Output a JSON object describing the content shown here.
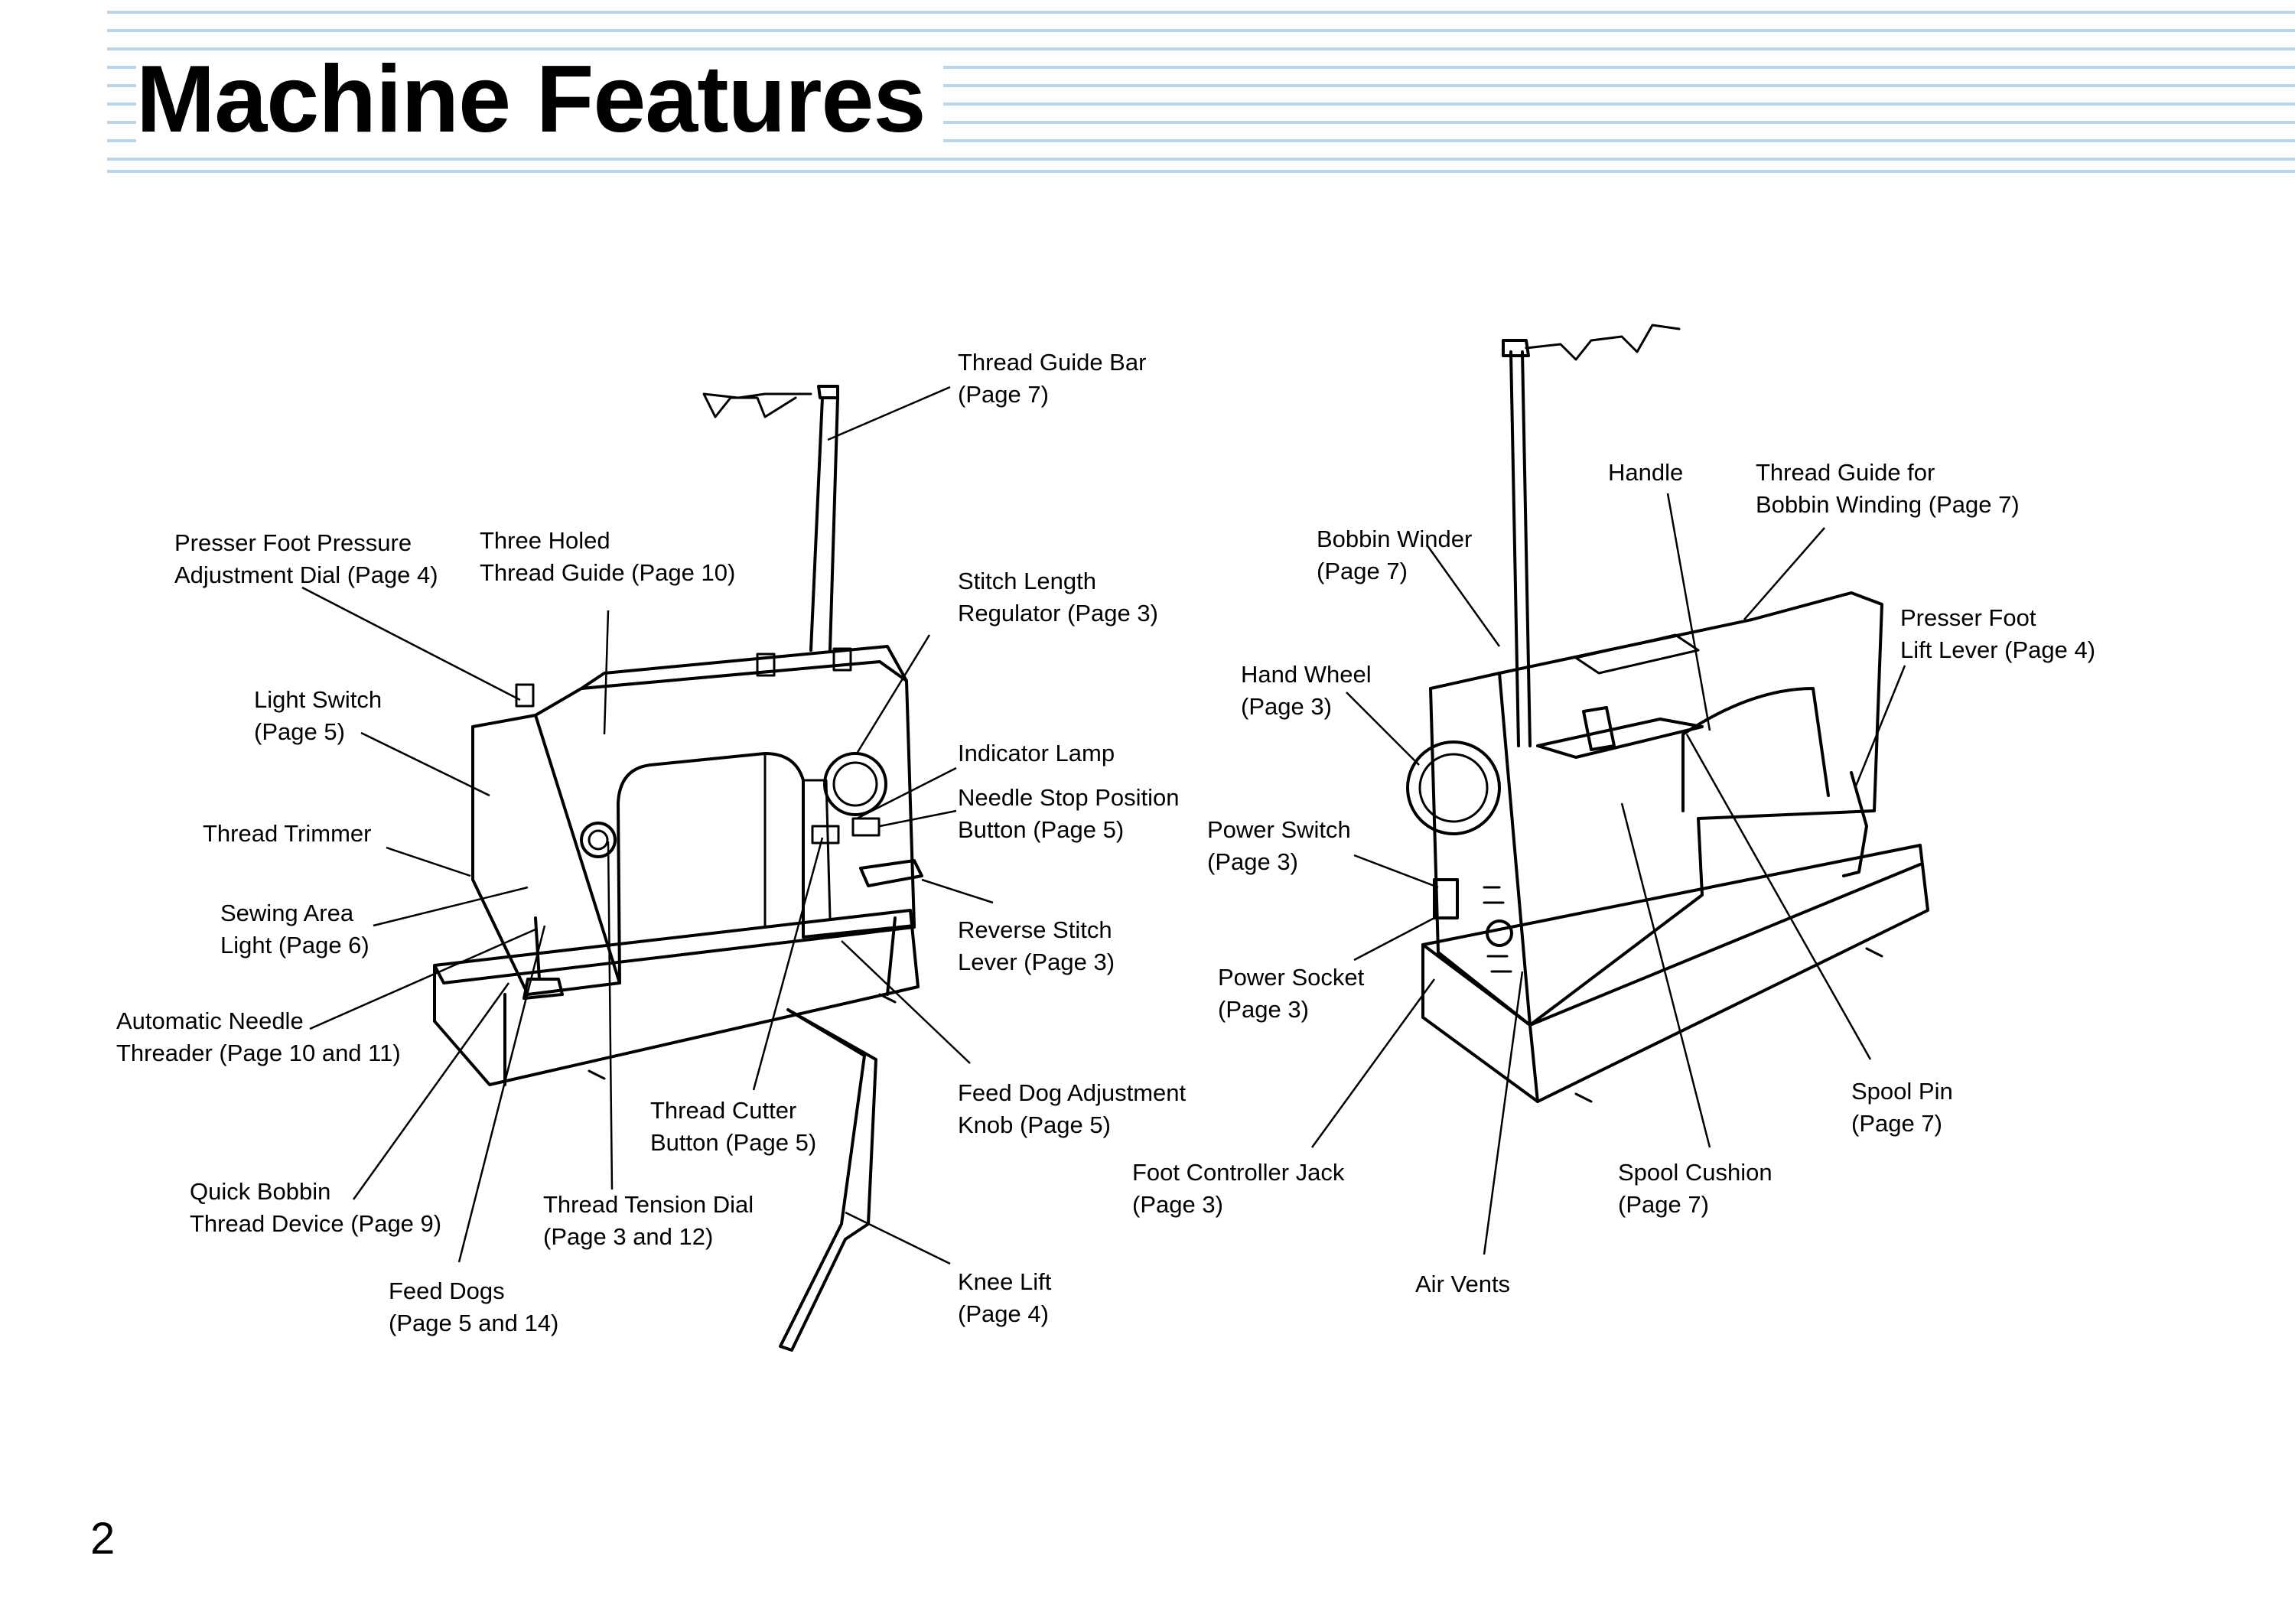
{
  "page": {
    "title": "Machine Features",
    "page_number": "2"
  },
  "labels": {
    "thread_guide_bar": [
      "Thread Guide Bar",
      "(Page 7)"
    ],
    "presser_foot_pressure": [
      "Presser Foot Pressure",
      "Adjustment Dial (Page 4)"
    ],
    "three_holed_guide": [
      "Three Holed",
      "Thread Guide (Page 10)"
    ],
    "stitch_length": [
      "Stitch Length",
      "Regulator (Page 3)"
    ],
    "light_switch": [
      "Light Switch",
      "(Page 5)"
    ],
    "indicator_lamp": [
      "Indicator Lamp"
    ],
    "needle_stop": [
      "Needle Stop Position",
      "Button (Page 5)"
    ],
    "thread_trimmer": [
      "Thread Trimmer"
    ],
    "sewing_area_light": [
      "Sewing Area",
      "Light (Page 6)"
    ],
    "reverse_stitch": [
      "Reverse Stitch",
      "Lever (Page 3)"
    ],
    "auto_needle_threader": [
      "Automatic Needle",
      "Threader (Page 10 and 11)"
    ],
    "feed_dog_adjust": [
      "Feed Dog Adjustment",
      "Knob (Page 5)"
    ],
    "thread_cutter": [
      "Thread Cutter",
      "Button (Page 5)"
    ],
    "quick_bobbin": [
      "Quick Bobbin",
      "Thread Device (Page 9)"
    ],
    "thread_tension": [
      "Thread Tension Dial",
      "(Page 3 and 12)"
    ],
    "feed_dogs": [
      "Feed Dogs",
      "(Page 5 and 14)"
    ],
    "knee_lift": [
      "Knee Lift",
      "(Page 4)"
    ],
    "handle": [
      "Handle"
    ],
    "thread_guide_bobbin": [
      "Thread Guide for",
      "Bobbin Winding (Page 7)"
    ],
    "bobbin_winder": [
      "Bobbin Winder",
      "(Page 7)"
    ],
    "presser_foot_lift": [
      "Presser Foot",
      "Lift Lever (Page 4)"
    ],
    "hand_wheel": [
      "Hand Wheel",
      "(Page 3)"
    ],
    "power_switch": [
      "Power Switch",
      "(Page 3)"
    ],
    "power_socket": [
      "Power Socket",
      "(Page 3)"
    ],
    "spool_pin": [
      "Spool Pin",
      "(Page 7)"
    ],
    "foot_controller_jack": [
      "Foot Controller Jack",
      "(Page 3)"
    ],
    "spool_cushion": [
      "Spool Cushion",
      "(Page 7)"
    ],
    "air_vents": [
      "Air Vents"
    ]
  }
}
